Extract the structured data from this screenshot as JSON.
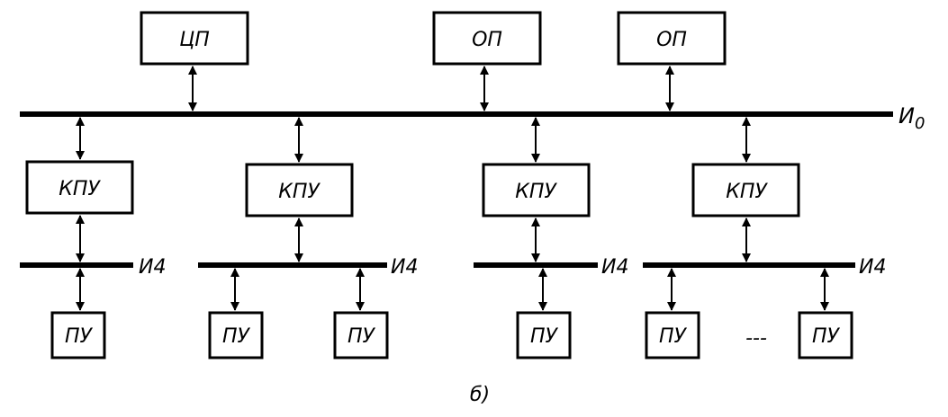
{
  "labels": {
    "cpu": "ЦП",
    "memory": "ОП",
    "io_controller": "КПУ",
    "peripheral": "ПУ",
    "main_bus": "И",
    "main_bus_sub": "0",
    "io_bus": "И4",
    "ellipsis": "---",
    "caption": "б)"
  }
}
